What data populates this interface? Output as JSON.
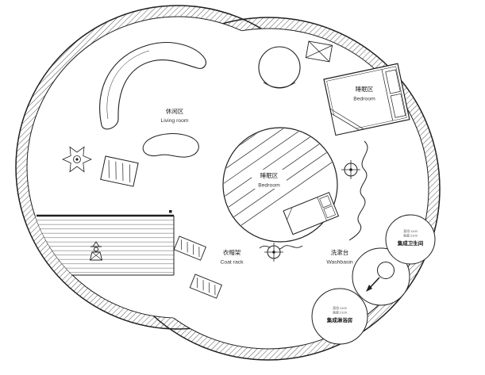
{
  "colors": {
    "ink": "#1f1f1f",
    "wall_hatch": "#555555",
    "deck_line": "#999999",
    "background": "#ffffff"
  },
  "labels": {
    "living": {
      "zh": "休闲区",
      "en": "Living room"
    },
    "bedroom_top": {
      "zh": "睡眠区",
      "en": "Bedroom"
    },
    "bedroom_center": {
      "zh": "睡眠区",
      "en": "Bedroom"
    },
    "coat_rack": {
      "zh": "衣帽架",
      "en": "Coat rack"
    },
    "washbasin": {
      "zh": "洗漱台",
      "en": "Washbasin"
    },
    "bathroom_pod": {
      "name": "集成卫生间",
      "spec1": "直径:1100",
      "spec2": "高度:2100"
    },
    "shower_pod": {
      "name": "集成淋浴房",
      "spec1": "直径:1100",
      "spec2": "高度:2100"
    }
  },
  "icons": {
    "crosshair_symbol": "circled-cross-ceiling-marker",
    "plant": "flower-plant",
    "figure": "small-statue",
    "arrow": "down-left-arrow",
    "basin_symbol": "round-basin-with-handle",
    "crossed_box": "x-marked-box"
  }
}
